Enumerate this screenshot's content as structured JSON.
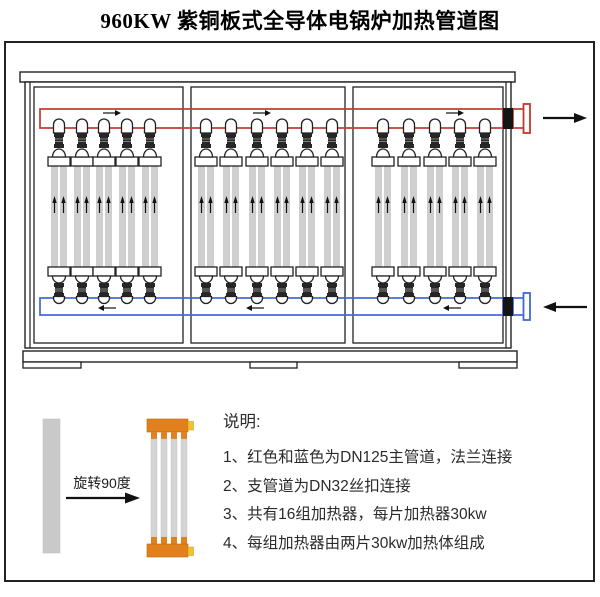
{
  "title": "960KW 紫铜板式全导体电锅炉加热管道图",
  "notes": {
    "heading": "说明:",
    "items": [
      "1、红色和蓝色为DN125主管道，法兰连接",
      "2、支管道为DN32丝扣连接",
      "3、共有16组加热器，每片加热器30kw",
      "4、每组加热器由两片30kw加热体组成"
    ]
  },
  "legend": {
    "rotate_label": "旋转90度"
  },
  "diagram": {
    "panels": [
      {
        "units": 5
      },
      {
        "units": 6
      },
      {
        "units": 5
      }
    ],
    "total_heater_groups": 16,
    "colors": {
      "supply_pipe_red": "#bf3a30",
      "return_pipe_blue": "#4166d5",
      "tube_gray": "#cfcfcf",
      "legend_tube_gray": "#c9c9c9",
      "header_orange": "#e2801e",
      "tab_yellow": "#f2c12e",
      "outline": "#222222",
      "fitting_dark": "#262626"
    }
  }
}
